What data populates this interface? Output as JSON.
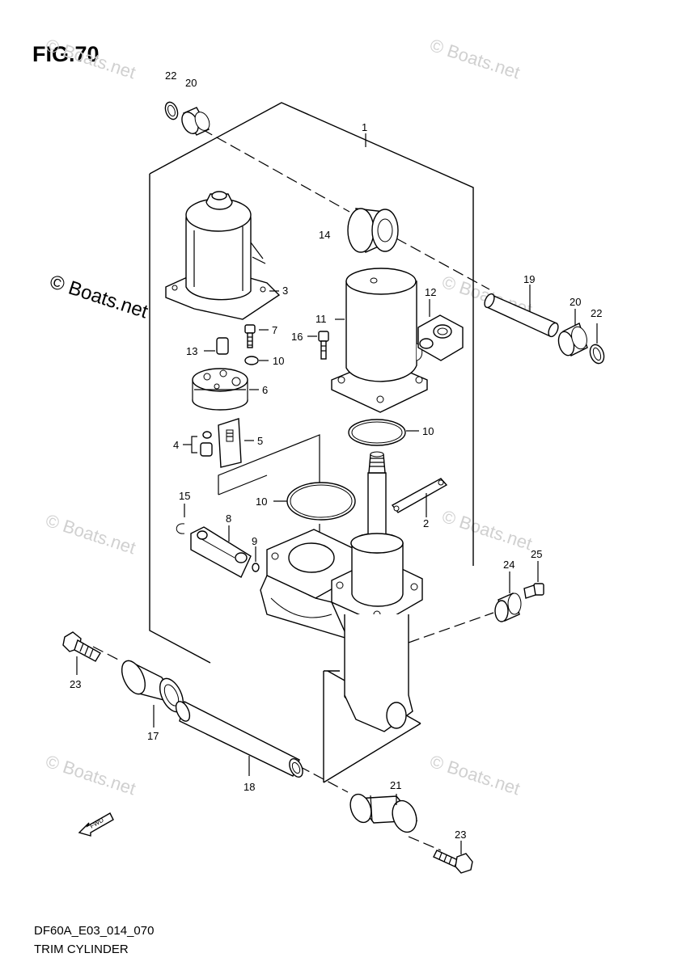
{
  "figure": {
    "title": "FIG.70",
    "code": "DF60A_E03_014_070",
    "name": "TRIM CYLINDER"
  },
  "watermark": {
    "text": "© Boats.net",
    "prominent_text": "© Boats.net"
  },
  "fwd_arrow_label": "FWD",
  "callouts": {
    "c1": "1",
    "c2": "2",
    "c3": "3",
    "c4": "4",
    "c5": "5",
    "c6": "6",
    "c7": "7",
    "c8": "8",
    "c9": "9",
    "c10a": "10",
    "c10b": "10",
    "c10c": "10",
    "c11": "11",
    "c12": "12",
    "c13": "13",
    "c14": "14",
    "c15": "15",
    "c16": "16",
    "c17": "17",
    "c18": "18",
    "c19": "19",
    "c20a": "20",
    "c20b": "20",
    "c21": "21",
    "c22a": "22",
    "c22b": "22",
    "c23a": "23",
    "c23b": "23",
    "c24": "24",
    "c25": "25"
  }
}
